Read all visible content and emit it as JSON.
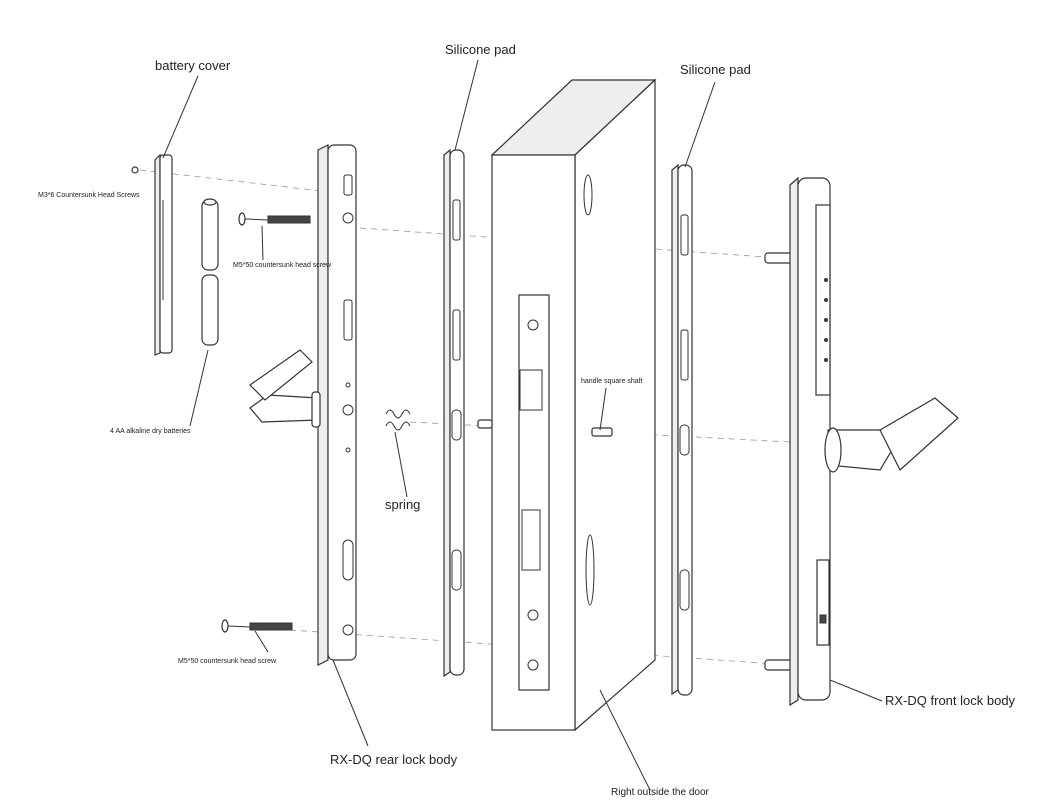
{
  "labels": {
    "battery_cover": "battery cover",
    "countersunk_screws_m3": "M3*6 Countersunk Head Screws",
    "screw_top": "M5*50 countersunk head screw",
    "batteries": "4 AA alkaline dry batteries",
    "spring": "spring",
    "screw_bottom": "M5*50 countersunk head screw",
    "rear_body": "RX-DQ rear lock body",
    "silicone_pad_left": "Silicone pad",
    "silicone_pad_right": "Silicone pad",
    "handle_shaft": "handle square shaft",
    "door": "Right outside the door",
    "front_body": "RX-DQ front lock body"
  }
}
